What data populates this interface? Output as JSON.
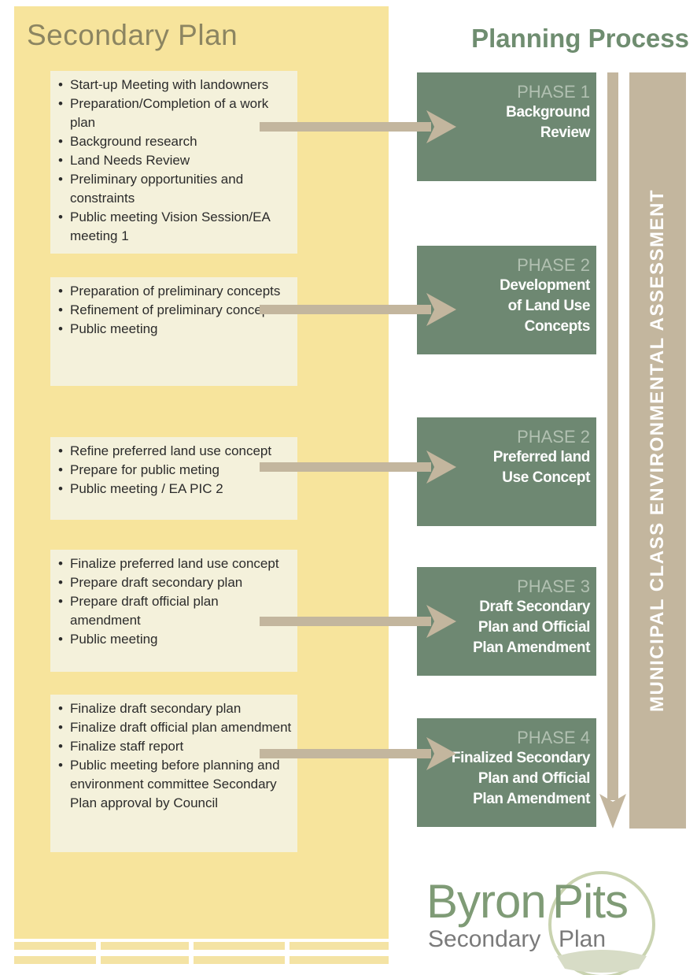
{
  "left_title": "Secondary Plan",
  "right_title": "Planning Process",
  "side_label": "MUNICIPAL  CLASS ENVIRONMENTAL ASSESSMENT",
  "logo": {
    "word1": "Byron",
    "word2": "Pits",
    "word3": "Secondary",
    "word4": "Plan"
  },
  "tasks": [
    [
      "Start-up Meeting with landowners",
      "Preparation/Completion of a work plan",
      "Background research",
      "Land Needs Review",
      "Preliminary opportunities and constraints",
      "Public meeting Vision Session/EA meeting 1"
    ],
    [
      "Preparation of preliminary concepts",
      "Refinement of preliminary concepts",
      "Public meeting"
    ],
    [
      "Refine preferred land use concept",
      "Prepare for public meting",
      "Public meeting / EA PIC 2"
    ],
    [
      "Finalize preferred land use concept",
      "Prepare draft secondary plan",
      "Prepare draft official plan amendment",
      "Public meeting"
    ],
    [
      "Finalize draft secondary plan",
      "Finalize draft official plan amendment",
      "Finalize staff report",
      "Public meeting before planning and environment committee Secondary Plan approval by Council"
    ]
  ],
  "phases": [
    {
      "label": "PHASE 1",
      "desc": [
        "Background",
        "Review"
      ]
    },
    {
      "label": "PHASE 2",
      "desc": [
        "Development",
        "of Land Use",
        "Concepts"
      ]
    },
    {
      "label": "PHASE 2",
      "desc": [
        "Preferred land",
        "Use Concept"
      ]
    },
    {
      "label": "PHASE 3",
      "desc": [
        "Draft Secondary",
        "Plan and Official",
        "Plan Amendment"
      ]
    },
    {
      "label": "PHASE 4",
      "desc": [
        "Finalized Secondary",
        "Plan and Official",
        "Plan Amendment"
      ]
    }
  ],
  "colors": {
    "left_column": "#f7e49c",
    "task_box": "#f4f1db",
    "phase_box": "#6e8872",
    "arrow": "#c3b69e",
    "title_green": "#6f8d70"
  }
}
